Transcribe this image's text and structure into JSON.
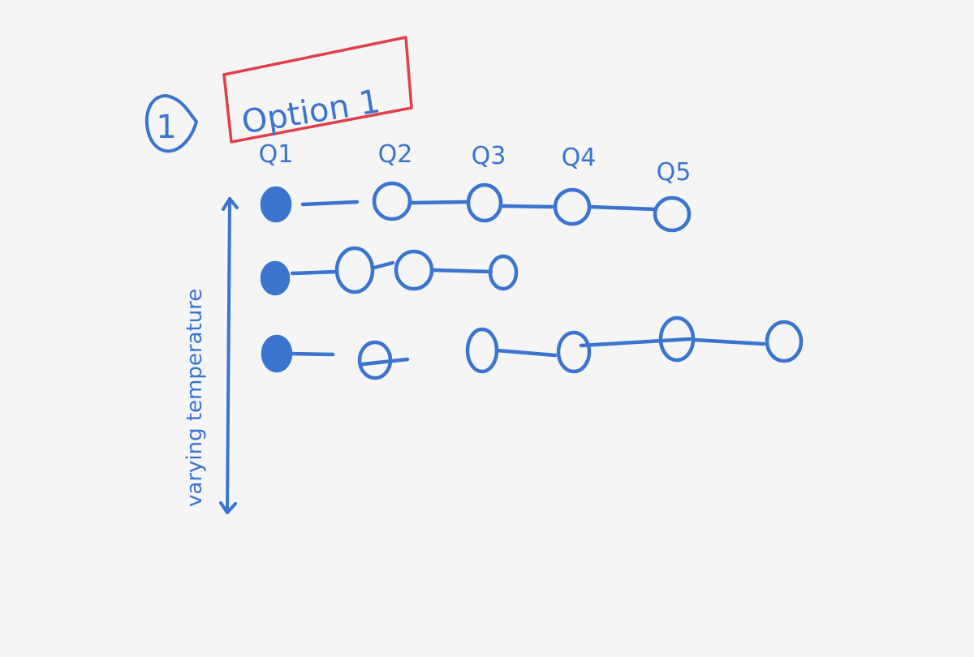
{
  "colors": {
    "ink_blue": "#3a74cf",
    "box_red": "#e0404a",
    "paper": "#f4f5f4"
  },
  "header": {
    "step_number": "1",
    "title": "Option 1"
  },
  "axis": {
    "label": "varying temperature",
    "direction": "vertical, double-headed arrow"
  },
  "columns": [
    "Q1",
    "Q2",
    "Q3",
    "Q4",
    "Q5"
  ],
  "rows": [
    {
      "name": "row-1",
      "start_filled": true,
      "open_nodes": 4
    },
    {
      "name": "row-2",
      "start_filled": true,
      "open_nodes": 3
    },
    {
      "name": "row-3",
      "start_filled": true,
      "open_nodes": 5
    }
  ]
}
